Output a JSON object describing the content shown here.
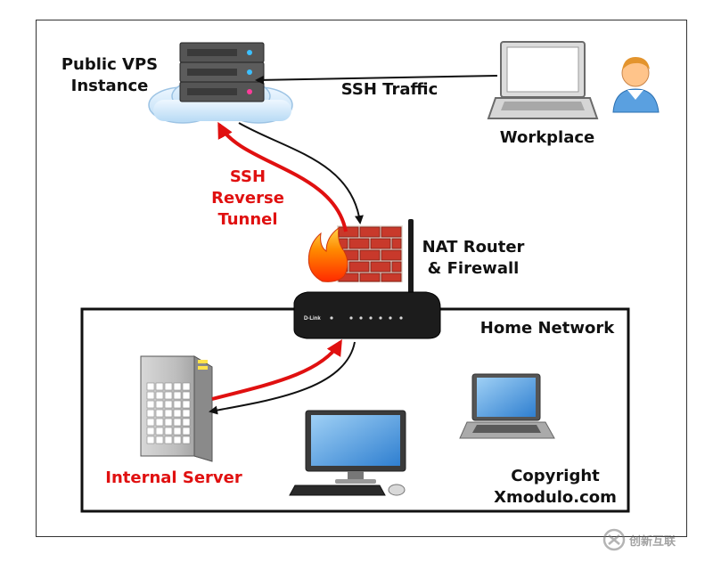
{
  "labels": {
    "vps_line1": "Public VPS",
    "vps_line2": "Instance",
    "ssh_traffic": "SSH Traffic",
    "workplace": "Workplace",
    "tunnel_line1": "SSH",
    "tunnel_line2": "Reverse",
    "tunnel_line3": "Tunnel",
    "router_line1": "NAT Router",
    "router_line2": "& Firewall",
    "home_network": "Home Network",
    "internal_server": "Internal Server",
    "copyright_line1": "Copyright",
    "copyright_line2": "Xmodulo.com"
  },
  "device_text": {
    "router_brand": "D-Link"
  },
  "watermark": {
    "text": "创新互联"
  },
  "colors": {
    "tunnel_red": "#e01010",
    "arrow_black": "#111111",
    "brick": "#c8392b",
    "frame": "#222222"
  }
}
